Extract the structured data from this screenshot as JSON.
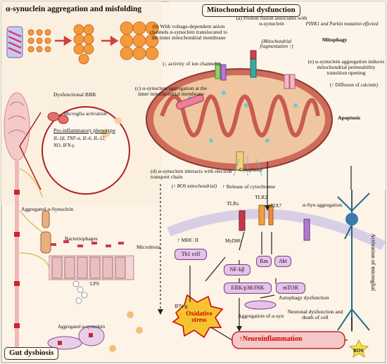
{
  "panels": {
    "aggregation_title": "α-synuclein aggregation and misfolding",
    "mito_title": "Mitochondrial dysfunction",
    "gut_title": "Gut dysbiosis"
  },
  "mito": {
    "a": "(a) Protein fusion associates with α-synuclein",
    "pink1": "PINK1 and Parkin mutation effected",
    "mitophagy": "Mitophagy",
    "fragmentation": "(Mitochondrial fragmentation ↑)",
    "b": "(b) With voltage-dependent anion channels α-synuclein translocated to the inner mitochondrial membrane",
    "b_sub": "(↓ activity of ion channels)",
    "c": "(c) α-synuclein aggregation at the inner mitochondrial membrane",
    "e": "(e) α-synuclein aggregation induces mitochondrial permeability transition opening",
    "calcium": "(↑ Diffusion of calcium)",
    "apoptosis": "Apoptosis",
    "cytoplasm": "Cytoplasm",
    "d": "(d) α-synuclein interacts with electron transport chain",
    "ros_mito": "(↑ ROS mitochondrial)",
    "cytochrome": "↑ Release of cytochrome"
  },
  "brain": {
    "bbb": "Dysfunctional BBB",
    "microglia_activation": "Microglia activation",
    "phenotype": "Pro-inflammatory phenotype",
    "cytokines1": "IL-1β, TNF-α, IL-6, IL-12,",
    "cytokines2": "NO, IFN-γ"
  },
  "gut": {
    "aggregated_syn": "Aggregated α-Synuclein",
    "bacteriophages": "Bacteriophages",
    "microbiota": "Microbiota",
    "lps": "LPS",
    "aggregated_syn_gut": "Aggregated α-synuclein"
  },
  "cell": {
    "tlrs": "TLRs",
    "tlr2": "TLR2",
    "p2x7": "P2X7",
    "syn_aggregation": "α-Syn aggregation",
    "mhc": "↑ MHC II",
    "myd88": "MyD88",
    "th1": "Th1 cell",
    "nfkb": "NF-kβ",
    "ras": "Ras",
    "akt": "Akt",
    "erk": "ERK/p38/JNK",
    "mtor": "mTOR",
    "autophagy": "Autophagy dysfunction",
    "ifn": "IFN-g",
    "syn_agg": "Aggregation of α-syn",
    "neuronal_dysfunction": "Neuronal dysfunction and death of cell",
    "oxidative_stress": "Oxidative stress",
    "neuroinflammation": "↑Neuroinflammation",
    "ros": "ROS",
    "microglia_vertical": "Activation of microglial"
  }
}
